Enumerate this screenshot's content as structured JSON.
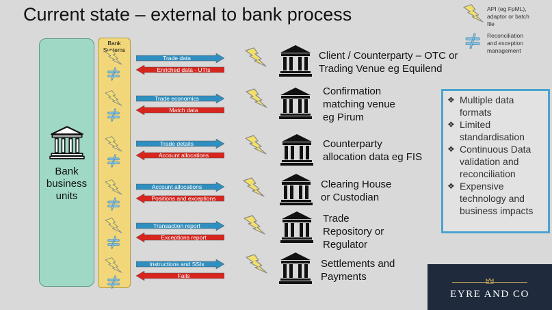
{
  "title": "Current state – external to bank process",
  "bank_units": {
    "label": "Bank\nbusiness\nunits"
  },
  "bank_systems": {
    "label": "Bank\nSystems"
  },
  "legend": {
    "api_text": "API (eg FpML),\nadaptor or batch\nfile",
    "recon_text": "Reconciliation\nand exception\nmanagement"
  },
  "rows": [
    {
      "out_label": "Trade data",
      "in_label": "Enriched data - UTIs",
      "entity": "Client / Counterparty – OTC or\nTrading Venue eg Equilend"
    },
    {
      "out_label": "Trade economics",
      "in_label": "Match data",
      "entity": "Confirmation\nmatching venue\neg Pirum"
    },
    {
      "out_label": "Trade details",
      "in_label": "Account allocations",
      "entity": "Counterparty\nallocation data eg FIS"
    },
    {
      "out_label": "Account allocations",
      "in_label": "Positions and exceptions",
      "entity": "Clearing House\nor Custodian"
    },
    {
      "out_label": "Transaction report",
      "in_label": "Exceptions report",
      "entity": "Trade\nRepository or\nRegulator"
    },
    {
      "out_label": "Instructions and SSIs",
      "in_label": "Fails",
      "entity": "Settlements and\nPayments"
    }
  ],
  "issues": [
    "Multiple data formats",
    "Limited standardisation",
    "Continuous Data validation and reconciliation",
    "Expensive technology and business impacts"
  ],
  "issue_bullet": "❖",
  "logo": {
    "text": "EYRE AND CO"
  },
  "colors": {
    "out_arrow": "#2f8fc0",
    "in_arrow": "#d8251e",
    "bolt": "#f3e06a",
    "bank_units": "#9fd8c5",
    "bank_systems": "#f2d77a",
    "logo_bg": "#1f2a3d"
  },
  "icons": {
    "api": "lightning-bolt-icon",
    "recon": "not-equal-icon",
    "entity": "bank-building-icon"
  }
}
